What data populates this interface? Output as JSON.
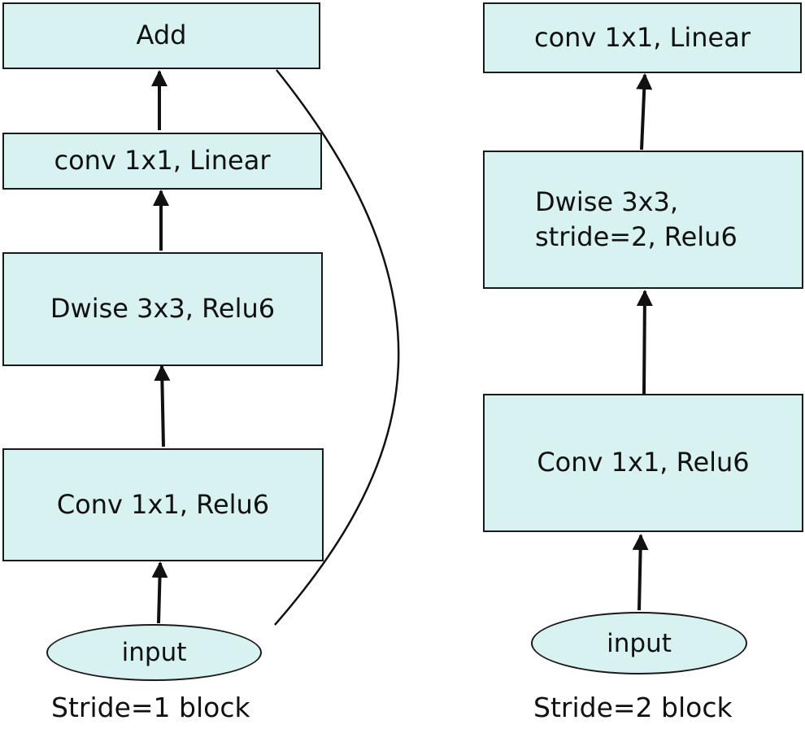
{
  "stride1": {
    "add": "Add",
    "conv_linear": "conv 1x1, Linear",
    "dwise": "Dwise 3x3, Relu6",
    "conv_relu": "Conv 1x1, Relu6",
    "input": "input",
    "caption": "Stride=1 block"
  },
  "stride2": {
    "conv_linear": "conv 1x1, Linear",
    "dwise": "Dwise 3x3,\nstride=2, Relu6",
    "conv_relu": "Conv 1x1, Relu6",
    "input": "input",
    "caption": "Stride=2 block"
  },
  "colors": {
    "box_fill": "#d8f1f1",
    "stroke": "#1a1a1a"
  }
}
